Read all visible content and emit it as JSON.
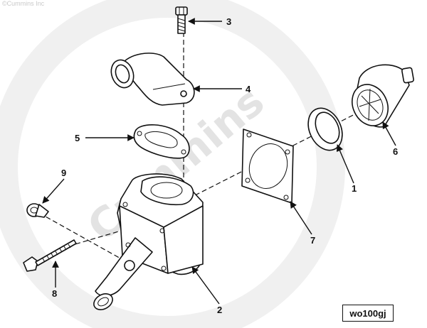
{
  "copyright": "©Cummins Inc",
  "watermark": "Cummins",
  "reference_code": "wo100gj",
  "callouts": {
    "c1": "1",
    "c2": "2",
    "c3": "3",
    "c4": "4",
    "c5": "5",
    "c6": "6",
    "c7": "7",
    "c8": "8",
    "c9": "9"
  }
}
